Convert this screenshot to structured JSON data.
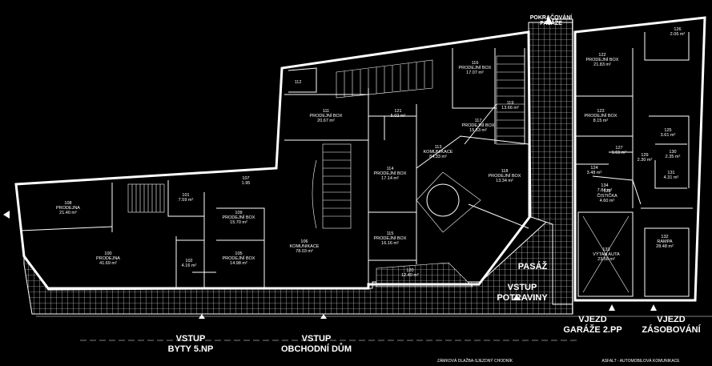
{
  "labels": {
    "vstup_byty_1": "VSTUP",
    "vstup_byty_2": "BYTY 5.NP",
    "vstup_dum_1": "VSTUP",
    "vstup_dum_2": "OBCHODNÍ DŮM",
    "vstup_potraviny_1": "VSTUP",
    "vstup_potraviny_2": "POTRAVINY",
    "pasaz": "PASÁŽ",
    "vjezd_garaze_1": "VJEZD",
    "vjezd_garaze_2": "GARÁŽE 2.PP",
    "vjezd_zasob_1": "VJEZD",
    "vjezd_zasob_2": "ZÁSOBOVÁNÍ",
    "pokracovani_1": "POKRAČOVÁNÍ",
    "pokracovani_2": "PASÁŽE",
    "note_chodnik": "ZÁMKOVÁ DLAŽBA-SJEZDNÝ CHODNÍK",
    "note_asfalt": "ASFALT - AUTOMOBILOVÁ KOMUNIKACE"
  },
  "rooms": [
    {
      "no": "100",
      "name": "PRODEJNA",
      "area": "41.69 m²"
    },
    {
      "no": "108",
      "name": "PRODEJNA",
      "area": "21.40 m²"
    },
    {
      "no": "101",
      "name": "",
      "area": "7.59 m²"
    },
    {
      "no": "107",
      "name": "",
      "area": "1.95"
    },
    {
      "no": "109",
      "name": "PRODEJNÍ BOX",
      "area": "15.70 m²"
    },
    {
      "no": "105",
      "name": "PRODEJNÍ BOX",
      "area": "14.98 m²"
    },
    {
      "no": "102",
      "name": "",
      "area": "4.16 m²"
    },
    {
      "no": "106",
      "name": "KOMUNIKACE",
      "area": "78.03 m²"
    },
    {
      "no": "111",
      "name": "PRODEJNÍ BOX",
      "area": "20.67 m²"
    },
    {
      "no": "112",
      "name": "",
      "area": ""
    },
    {
      "no": "121",
      "name": "",
      "area": "5.02 m²"
    },
    {
      "no": "114",
      "name": "PRODEJNÍ BOX",
      "area": "17.14 m²"
    },
    {
      "no": "115",
      "name": "PRODEJNÍ BOX",
      "area": "16.16 m²"
    },
    {
      "no": "113",
      "name": "KOMUNIKACE",
      "area": "84.33 m²"
    },
    {
      "no": "116",
      "name": "PRODEJNÍ BOX",
      "area": "17.07 m²"
    },
    {
      "no": "117",
      "name": "PRODEJNÍ BOX",
      "area": "15.53 m²"
    },
    {
      "no": "118",
      "name": "PRODEJNÍ BOX",
      "area": "13.34 m²"
    },
    {
      "no": "119",
      "name": "",
      "area": "13.66 m²"
    },
    {
      "no": "120",
      "name": "",
      "area": "12.40 m²"
    },
    {
      "no": "122",
      "name": "PRODEJNÍ BOX",
      "area": "21.83 m²"
    },
    {
      "no": "123",
      "name": "PRODEJNÍ BOX",
      "area": "8.15 m²"
    },
    {
      "no": "124",
      "name": "",
      "area": "3.48 m²"
    },
    {
      "no": "125",
      "name": "",
      "area": "3.61 m²"
    },
    {
      "no": "126",
      "name": "",
      "area": "2.06 m²"
    },
    {
      "no": "127",
      "name": "",
      "area": "1.61 m²"
    },
    {
      "no": "128",
      "name": "ČISTIČKA",
      "area": "4.60 m²"
    },
    {
      "no": "129",
      "name": "",
      "area": "2.30 m²"
    },
    {
      "no": "130",
      "name": "",
      "area": "2.35 m²"
    },
    {
      "no": "131",
      "name": "",
      "area": "4.31 m²"
    },
    {
      "no": "132",
      "name": "RAMPA",
      "area": "28.48 m²"
    },
    {
      "no": "133",
      "name": "VÝTAH AUTA",
      "area": "23.58 m²"
    },
    {
      "no": "134",
      "name": "",
      "area": "7.84 m²"
    }
  ]
}
